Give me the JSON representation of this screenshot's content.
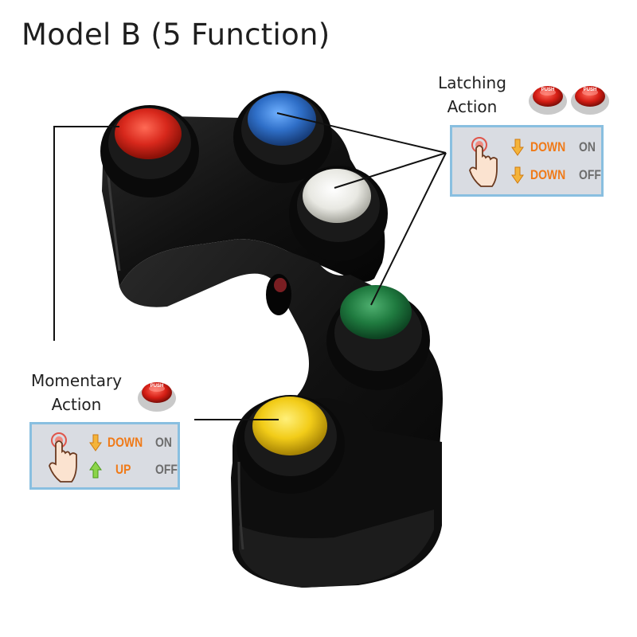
{
  "title": "Model B (5 Function)",
  "latching": {
    "caption_line1": "Latching",
    "caption_line2": "Action",
    "push_label": "PUSH",
    "rows": [
      {
        "direction": "DOWN",
        "state": "ON",
        "arrow": "down-arrow-icon"
      },
      {
        "direction": "DOWN",
        "state": "OFF",
        "arrow": "down-arrow-icon"
      }
    ]
  },
  "momentary": {
    "caption_line1": "Momentary",
    "caption_line2": "Action",
    "push_label": "PUSH",
    "rows": [
      {
        "direction": "DOWN",
        "state": "ON",
        "arrow": "down-arrow-icon"
      },
      {
        "direction": "UP",
        "state": "OFF",
        "arrow": "up-arrow-icon"
      }
    ]
  },
  "colors": {
    "red_button": "#d8281c",
    "blue_button": "#2f6fc8",
    "white_button": "#ebebe6",
    "green_button": "#1f7a3f",
    "yellow_button": "#f2cc18",
    "panel_border": "#89bfe0",
    "panel_bg": "#d9dce2",
    "direction_text": "#f07a18",
    "state_text": "#6d6d6d"
  }
}
